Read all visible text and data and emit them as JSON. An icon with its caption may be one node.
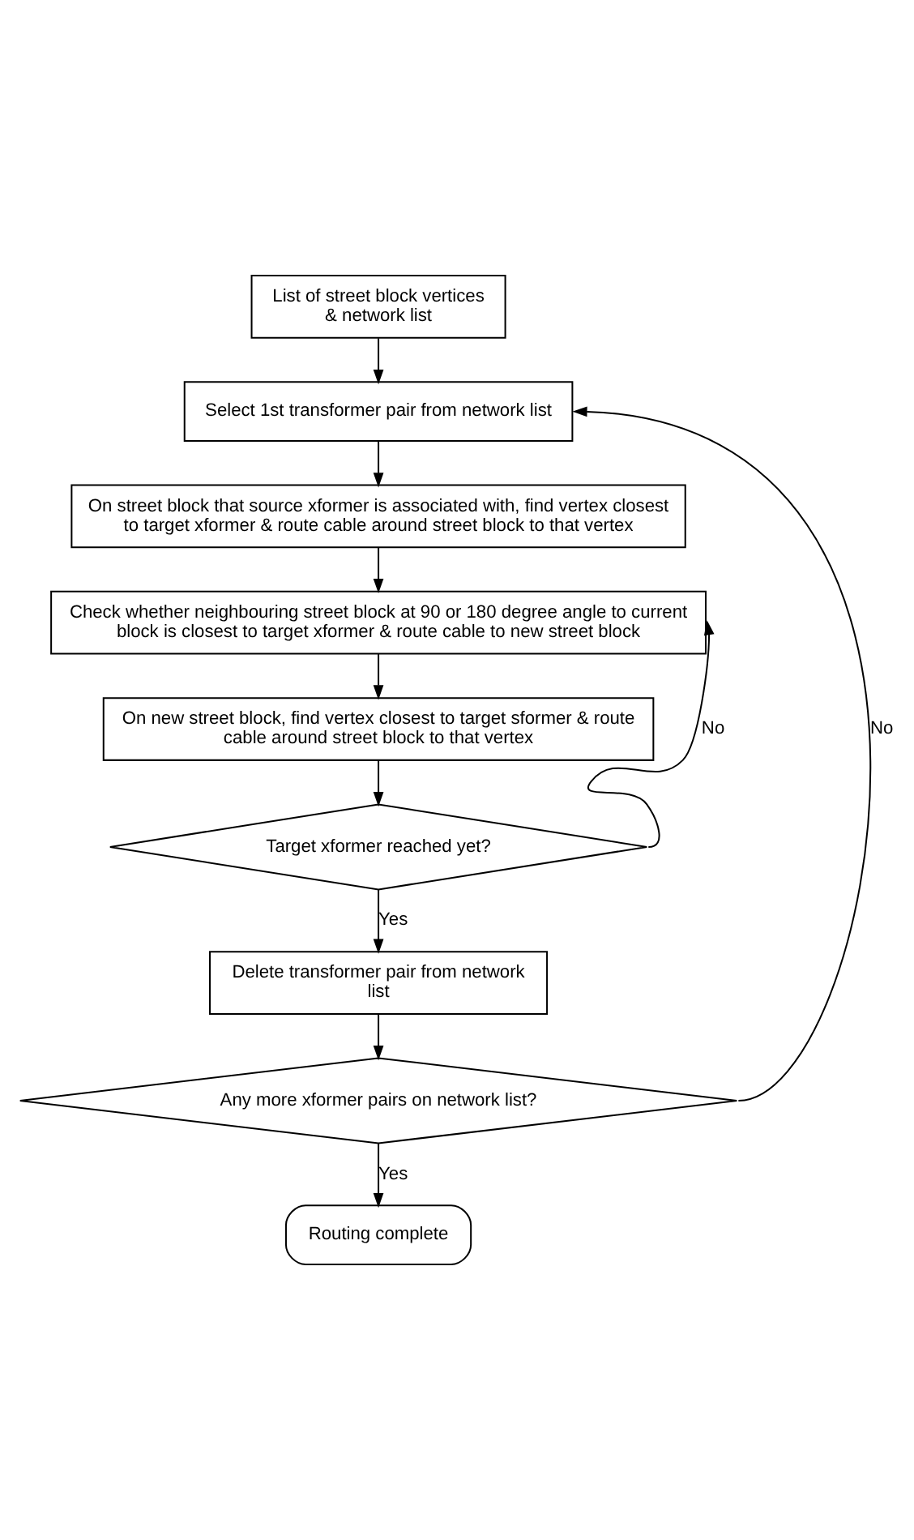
{
  "diagram": {
    "nodes": [
      {
        "text": [
          "List of street block vertices & network list"
        ]
      },
      {
        "text": [
          "Select 1st transformer pair from network list"
        ]
      },
      {
        "text": [
          "On street block that source xformer is associated with, find vertex closest to target xformer & route cable around street block to that vertex"
        ]
      },
      {
        "text": [
          "Check whether neighbouring street block at 90 or 180 degree angle to current block is closest to target xformer & route cable to new street block"
        ]
      },
      {
        "text": [
          "On new street block, find vertex closest to target sformer & route cable around street block to that vertex"
        ]
      },
      {
        "text": [
          "Target xformer reached yet?"
        ]
      },
      {
        "text": [
          "Delete transformer pair from network list"
        ]
      },
      {
        "text": [
          "Any more xformer pairs on network list?"
        ]
      },
      {
        "text": [
          "Routing complete"
        ]
      }
    ],
    "edges": [
      {
        "from": 0,
        "to": 1,
        "arrow": "to"
      },
      {
        "from": 1,
        "to": 2,
        "arrow": "to"
      },
      {
        "from": 2,
        "to": 3,
        "arrow": "to"
      },
      {
        "from": 3,
        "to": 4,
        "arrow": "to"
      },
      {
        "from": 4,
        "to": 5,
        "arrow": "to"
      },
      {
        "from": 5,
        "to": 6,
        "label": "Yes",
        "arrow": "to"
      },
      {
        "from": 6,
        "to": 7,
        "arrow": "to"
      },
      {
        "from": 7,
        "to": 8,
        "label": "Yes",
        "arrow": "to"
      },
      {
        "from": 5,
        "to": 3,
        "label": "No",
        "arrow": "to"
      },
      {
        "from": 7,
        "to": 1,
        "label": "No",
        "arrow": "to"
      }
    ]
  }
}
